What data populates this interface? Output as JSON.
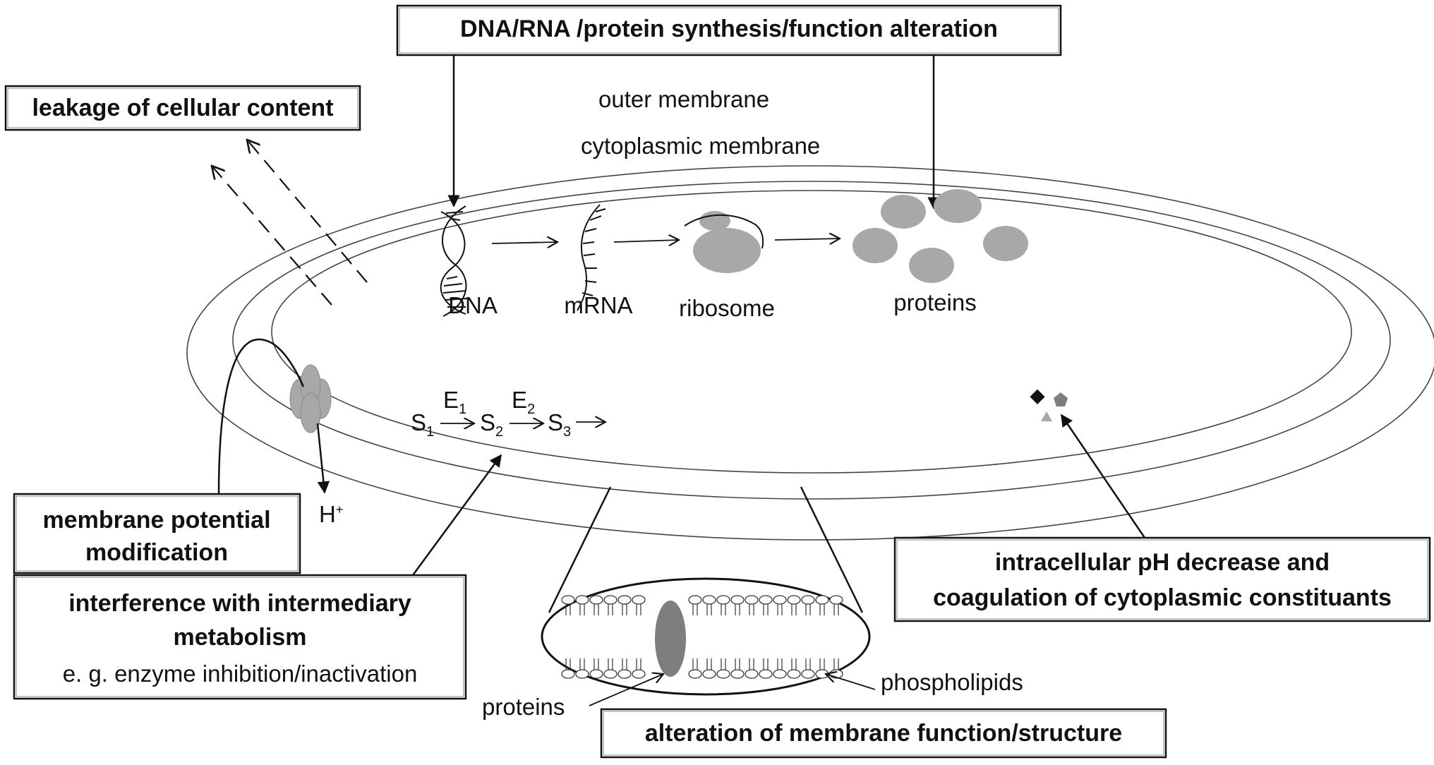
{
  "labels": {
    "outer_membrane": "outer membrane",
    "cytoplasmic_membrane": "cytoplasmic membrane",
    "dna": "DNA",
    "mrna": "mRNA",
    "ribosome": "ribosome",
    "proteins": "proteins",
    "proteins_inset": "proteins",
    "phospholipids": "phospholipids",
    "h_plus": "H",
    "h_plus_sup": "+",
    "pathway": {
      "s": "S",
      "e": "E",
      "i1": "1",
      "i2": "2",
      "i3": "3"
    }
  },
  "boxes": {
    "synthesis": "DNA/RNA /protein synthesis/function alteration",
    "leakage": "leakage of cellular content",
    "membrane_potential_line1": "membrane potential",
    "membrane_potential_line2": "modification",
    "metabolism_line1": "interference with intermediary",
    "metabolism_line2": "metabolism",
    "metabolism_line3": "e. g. enzyme inhibition/inactivation",
    "ph_line1": "intracellular pH decrease and",
    "ph_line2": "coagulation of cytoplasmic constituants",
    "membrane_structure": "alteration of membrane function/structure"
  },
  "colors": {
    "line": "#111111",
    "blob": "#a8a8a8",
    "blob_dark": "#7e7e7e",
    "box_border": "#555555"
  }
}
